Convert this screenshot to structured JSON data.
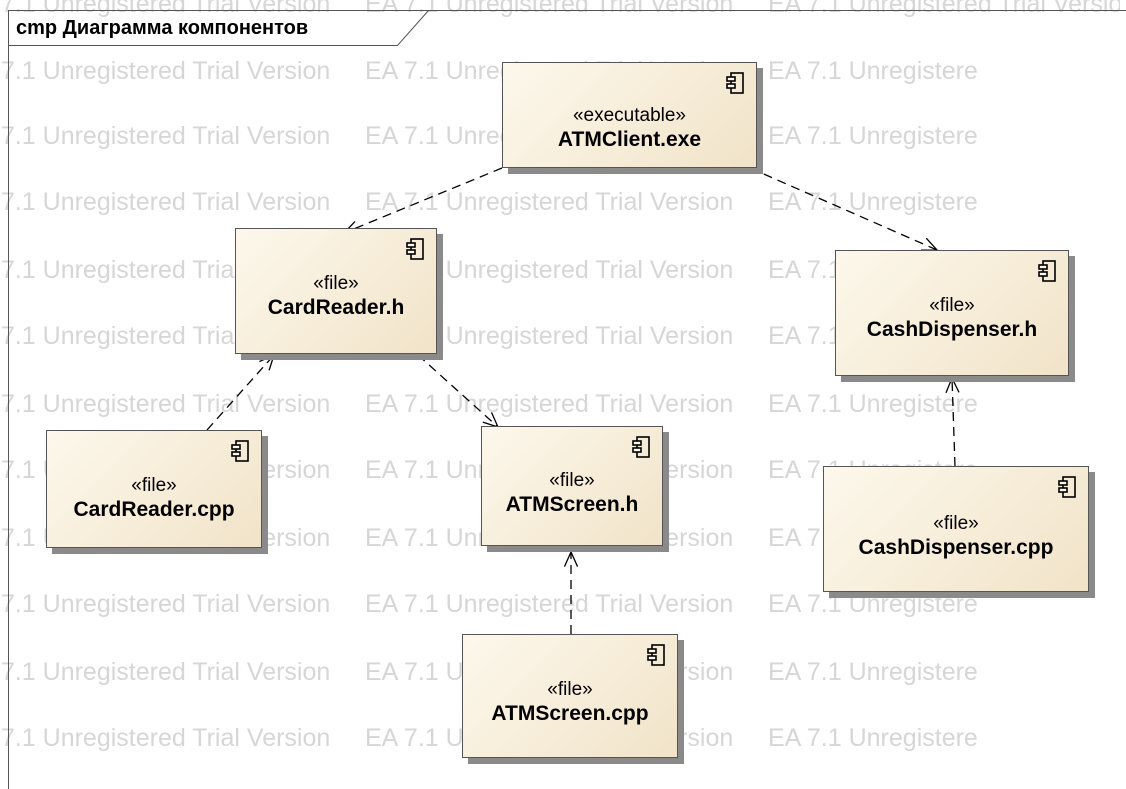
{
  "diagram": {
    "frame_title": "cmp Диаграмма компонентов",
    "watermark_rows": [
      ".7.1 Unregistered Trial Version   EA 7.1 Unregistered Trial Version   EA 7.1 Unregistered Trial Version",
      ".7.1 Unregistered Trial Version   EA 7.1 Unregistered Trial Version   EA 7.1 Unregistere",
      ".7.1 Unregistered Trial Version   EA 7.1 Unregistered Trial Version   EA 7.1 Unregistere",
      ".7.1 Unregistered Trial Version   EA 7.1 Unregistered Trial Version   EA 7.1 Unregistere",
      ".7.1 Unregistered Trial Version   EA 7.1 Unregistered Trial Version   EA 7.1 Unregistere",
      ".7.1 Unregistered Trial Version   EA 7.1 Unregistered Trial Version   EA 7.1 Unregistere",
      ".7.1 Unregistered Trial Version   EA 7.1 Unregistered Trial Version   EA 7.1 Unregistere",
      ".7.1 Unregistered Trial Version   EA 7.1 Unregistered Trial Version   EA 7.1 Unregistere",
      ".7.1 Unregistered Trial Version   EA 7.1 Unregistered Trial Version   EA 7.1 Unregistere",
      ".7.1 Unregistered Trial Version   EA 7.1 Unregistered Trial Version   EA 7.1 Unregistere",
      ".7.1 Unregistered Trial Version   EA 7.1 Unregistered Trial Version   EA 7.1 Unregistere",
      ".7.1 Unregistered Trial Version   EA 7.1 Unregistered Trial Version   EA 7.1 Unregistere"
    ],
    "components": [
      {
        "id": "atmclient-exe",
        "stereotype": "«executable»",
        "name": "ATMClient.exe"
      },
      {
        "id": "cardreader-h",
        "stereotype": "«file»",
        "name": "CardReader.h"
      },
      {
        "id": "cashdispenser-h",
        "stereotype": "«file»",
        "name": "CashDispenser.h"
      },
      {
        "id": "cardreader-cpp",
        "stereotype": "«file»",
        "name": "CardReader.cpp"
      },
      {
        "id": "atmscreen-h",
        "stereotype": "«file»",
        "name": "ATMScreen.h"
      },
      {
        "id": "cashdispenser-cpp",
        "stereotype": "«file»",
        "name": "CashDispenser.cpp"
      },
      {
        "id": "atmscreen-cpp",
        "stereotype": "«file»",
        "name": "ATMScreen.cpp"
      }
    ],
    "dependencies": [
      {
        "from": "atmclient-exe",
        "to": "cardreader-h"
      },
      {
        "from": "atmclient-exe",
        "to": "cashdispenser-h"
      },
      {
        "from": "cardreader-cpp",
        "to": "cardreader-h"
      },
      {
        "from": "cardreader-h",
        "to": "atmscreen-h"
      },
      {
        "from": "atmscreen-cpp",
        "to": "atmscreen-h"
      },
      {
        "from": "cashdispenser-cpp",
        "to": "cashdispenser-h"
      }
    ],
    "colors": {
      "component_fill_light": "#fdf8ec",
      "component_fill_dark": "#f1e3c8",
      "watermark": "#d6d6d6",
      "line": "#000000"
    },
    "icons": {
      "component": "component-icon"
    }
  }
}
